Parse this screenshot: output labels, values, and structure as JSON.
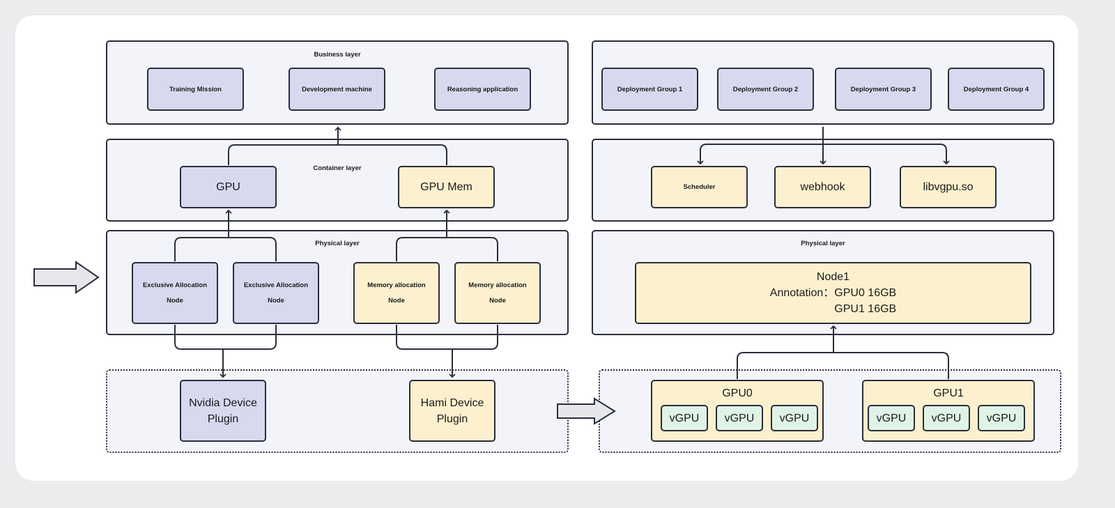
{
  "left": {
    "business_layer": {
      "title": "Business layer",
      "items": [
        "Training Mission",
        "Development machine",
        "Reasoning application"
      ]
    },
    "container_layer": {
      "title": "Container layer",
      "items": [
        "GPU",
        "GPU Mem"
      ]
    },
    "physical_layer": {
      "title": "Physical layer",
      "nodes": [
        {
          "label": "Exclusive Allocation",
          "sub": "Node"
        },
        {
          "label": "Exclusive Allocation",
          "sub": "Node"
        },
        {
          "label": "Memory allocation",
          "sub": "Node"
        },
        {
          "label": "Memory allocation",
          "sub": "Node"
        }
      ]
    },
    "plugins": [
      {
        "line1": "Nvidia Device",
        "line2": "Plugin"
      },
      {
        "line1": "Hami Device",
        "line2": "Plugin"
      }
    ]
  },
  "right": {
    "deployment_groups": [
      "Deployment Group 1",
      "Deployment Group 2",
      "Deployment Group 3",
      "Deployment Group 4"
    ],
    "components": [
      "Scheduler",
      "webhook",
      "libvgpu.so"
    ],
    "physical_layer": {
      "title": "Physical layer",
      "node_name": "Node1",
      "annotation_label": "Annotation：",
      "annotation_values": [
        "GPU0 16GB",
        "GPU1 16GB"
      ]
    },
    "gpus": [
      {
        "name": "GPU0",
        "vgpus": [
          "vGPU",
          "vGPU",
          "vGPU"
        ]
      },
      {
        "name": "GPU1",
        "vgpus": [
          "vGPU",
          "vGPU",
          "vGPU"
        ]
      }
    ]
  },
  "colors": {
    "purple_fill": "#d7d9ef",
    "yellow_fill": "#fdf0cf",
    "green_fill": "#dff3e6",
    "layer_fill": "#f3f4fa",
    "stroke": "#2b2d3a"
  }
}
